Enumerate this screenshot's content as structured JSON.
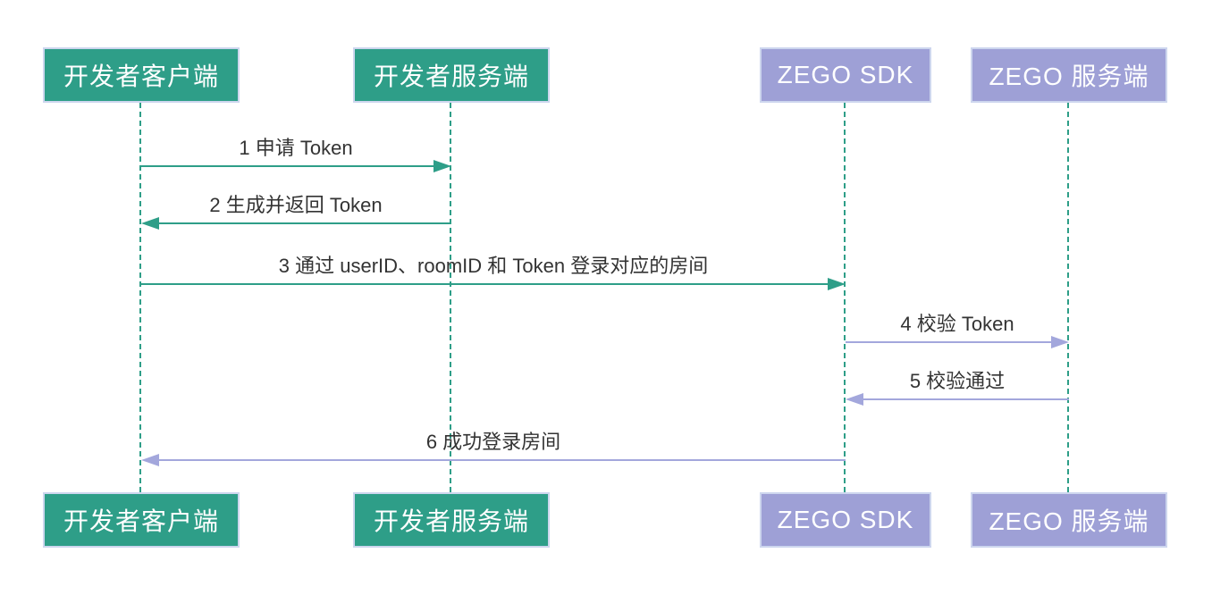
{
  "diagram": {
    "type": "sequence-diagram",
    "participants": [
      {
        "label": "开发者客户端",
        "theme": "green"
      },
      {
        "label": "开发者服务端",
        "theme": "green"
      },
      {
        "label": "ZEGO SDK",
        "theme": "purple"
      },
      {
        "label": "ZEGO 服务端",
        "theme": "purple"
      }
    ],
    "messages": [
      {
        "seq": "1",
        "label": "1 申请 Token",
        "from": "开发者客户端",
        "to": "开发者服务端",
        "direction": "right",
        "color": "green"
      },
      {
        "seq": "2",
        "label": "2 生成并返回 Token",
        "from": "开发者服务端",
        "to": "开发者客户端",
        "direction": "left",
        "color": "green"
      },
      {
        "seq": "3",
        "label": "3 通过 userID、roomID 和 Token 登录对应的房间",
        "from": "开发者客户端",
        "to": "ZEGO SDK",
        "direction": "right",
        "color": "green"
      },
      {
        "seq": "4",
        "label": "4 校验 Token",
        "from": "ZEGO SDK",
        "to": "ZEGO 服务端",
        "direction": "right",
        "color": "purple"
      },
      {
        "seq": "5",
        "label": "5 校验通过",
        "from": "ZEGO 服务端",
        "to": "ZEGO SDK",
        "direction": "left",
        "color": "purple"
      },
      {
        "seq": "6",
        "label": "6 成功登录房间",
        "from": "ZEGO SDK",
        "to": "开发者客户端",
        "direction": "left",
        "color": "purple"
      }
    ],
    "colors": {
      "green": "#2E9E88",
      "purple": "#9EA0D6",
      "arrow_purple": "#A3A7DC",
      "actor_border": "#CDD6EE",
      "msg_text": "#333333",
      "actor_text": "#FFFFFF",
      "bg": "#FFFFFF"
    }
  }
}
